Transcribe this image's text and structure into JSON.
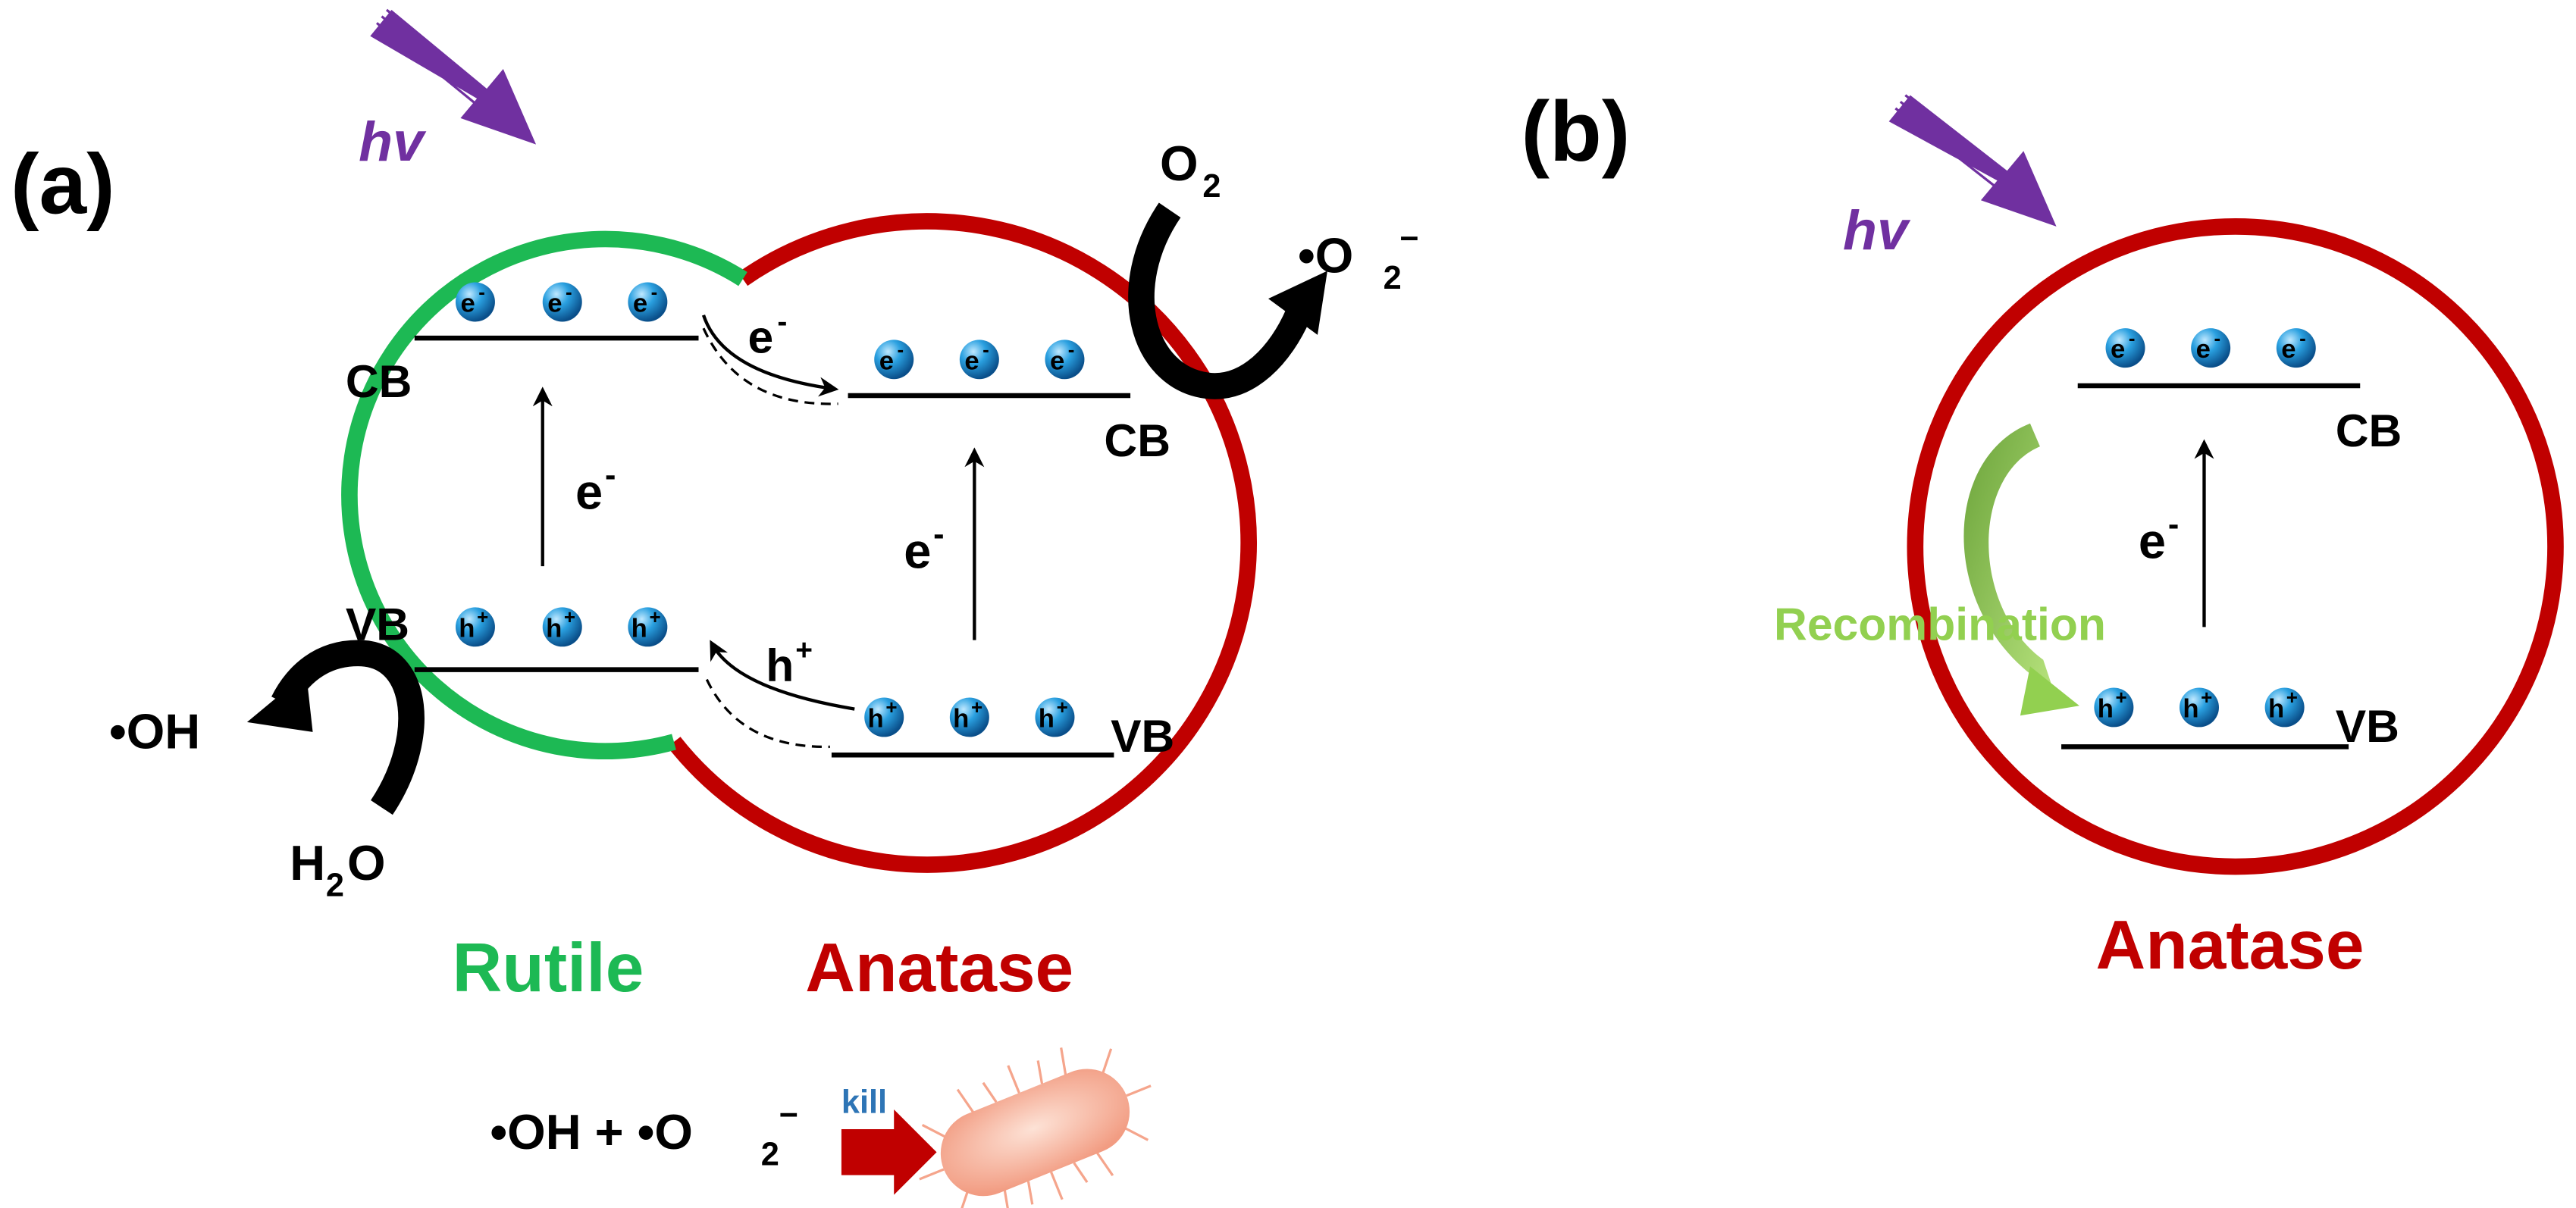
{
  "panel_a": {
    "label": "(a)",
    "light": "hv",
    "rutile": {
      "name": "Rutile",
      "cb_label": "CB",
      "vb_label": "VB",
      "excitation_label": "e",
      "excitation_sup": "-"
    },
    "anatase": {
      "name": "Anatase",
      "cb_label": "CB",
      "vb_label": "VB",
      "excitation_label": "e",
      "excitation_sup": "-"
    },
    "electron_transfer": {
      "label": "e",
      "sup": "-"
    },
    "hole_transfer": {
      "label": "h",
      "sup": "+"
    },
    "electron_particle": {
      "label": "e",
      "sup": "-"
    },
    "hole_particle": {
      "label": "h",
      "sup": "+"
    },
    "reaction_cb": {
      "reactant": "O",
      "reactant_sub": "2",
      "product": "•O",
      "product_sub": "2",
      "product_sup": "−"
    },
    "reaction_vb": {
      "reactant": "H",
      "reactant_sub": "2",
      "reactant_end": "O",
      "product": "•OH"
    },
    "bottom_equation": {
      "left": "•OH + •O",
      "sub": "2",
      "sup": "−",
      "arrow_label": "kill"
    }
  },
  "panel_b": {
    "label": "(b)",
    "light": "hv",
    "anatase": {
      "name": "Anatase",
      "cb_label": "CB",
      "vb_label": "VB",
      "excitation_label": "e",
      "excitation_sup": "-"
    },
    "recombination_label": "Recombination"
  },
  "colors": {
    "rutile": "#1db954",
    "anatase": "#c00000",
    "light_arrow": "#7030a0",
    "recombination": "#92d050",
    "kill_label": "#2e75b6",
    "particle": "#1a8ed0",
    "bacterium": "#f5a58c"
  },
  "icons": {
    "light": "light-arrow-icon",
    "bacterium": "bacterium-icon",
    "particle": "charge-carrier-icon"
  }
}
